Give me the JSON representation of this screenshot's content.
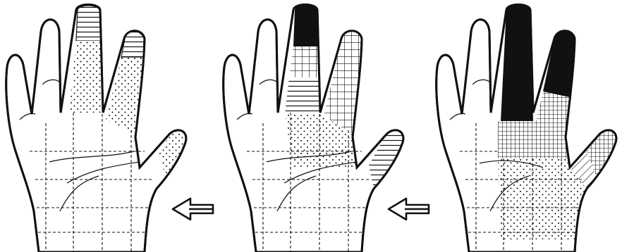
{
  "figure": {
    "panels": [
      {
        "id": "stage-mild",
        "shading": {
          "distal": "horizontal-lines",
          "proximal": "dots",
          "palm": "none",
          "thumb": "dots"
        }
      },
      {
        "id": "stage-moderate",
        "shading": {
          "distal": "solid-black",
          "proximal": "grid-and-horizontal-lines",
          "palm": "dots",
          "thumb": "horizontal-lines"
        }
      },
      {
        "id": "stage-severe",
        "shading": {
          "distal": "solid-black",
          "proximal": "cross-hatch",
          "palm": "dots",
          "thumb": "cross-hatch"
        }
      }
    ],
    "arrows": [
      {
        "id": "arrow-1",
        "direction": "left",
        "style": "hollow-double-arrow"
      },
      {
        "id": "arrow-2",
        "direction": "left",
        "style": "hollow-double-arrow"
      }
    ],
    "colors": {
      "ink": "#111111",
      "paper": "#ffffff"
    }
  }
}
